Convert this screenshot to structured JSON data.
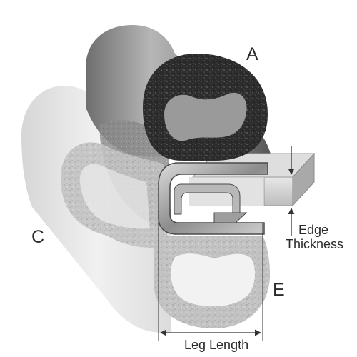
{
  "labels": {
    "a": "A",
    "c": "C",
    "e": "E",
    "edge_line1": "Edge",
    "edge_line2": "Thickness",
    "leg_length": "Leg Length"
  },
  "colors": {
    "sponge_dark": "#2a2a2a",
    "sponge_light": "#bdbdbd",
    "bulb_outer": "#8f8f8f",
    "clip_metal": "#9a9a9a",
    "panel": "#c9c9c9",
    "line": "#333333"
  }
}
